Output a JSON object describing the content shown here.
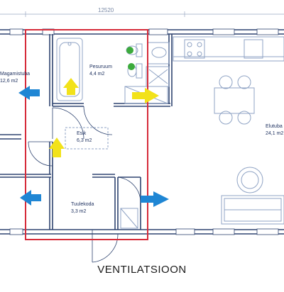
{
  "dimension": "12520",
  "rooms": {
    "magamistuba": {
      "name": "Magamistuba",
      "area": "12,6 m2"
    },
    "pesuruum": {
      "name": "Pesuruum",
      "area": "4,4 m2"
    },
    "esik": {
      "name": "Esik",
      "area": "6,3 m2"
    },
    "tuulekoda": {
      "name": "Tuulekoda",
      "area": "3,3 m2"
    },
    "elutuba": {
      "name": "Elutuba",
      "area": "24,1 m2"
    }
  },
  "caption": "VENTILATSIOON",
  "colors": {
    "wall": "#2f4470",
    "fixture": "#8fa3c4",
    "highlight": "#d62b3a",
    "supply_arrow": "#f2e21a",
    "exhaust_arrow": "#1f86d4",
    "green_marker": "#3cab3c"
  }
}
